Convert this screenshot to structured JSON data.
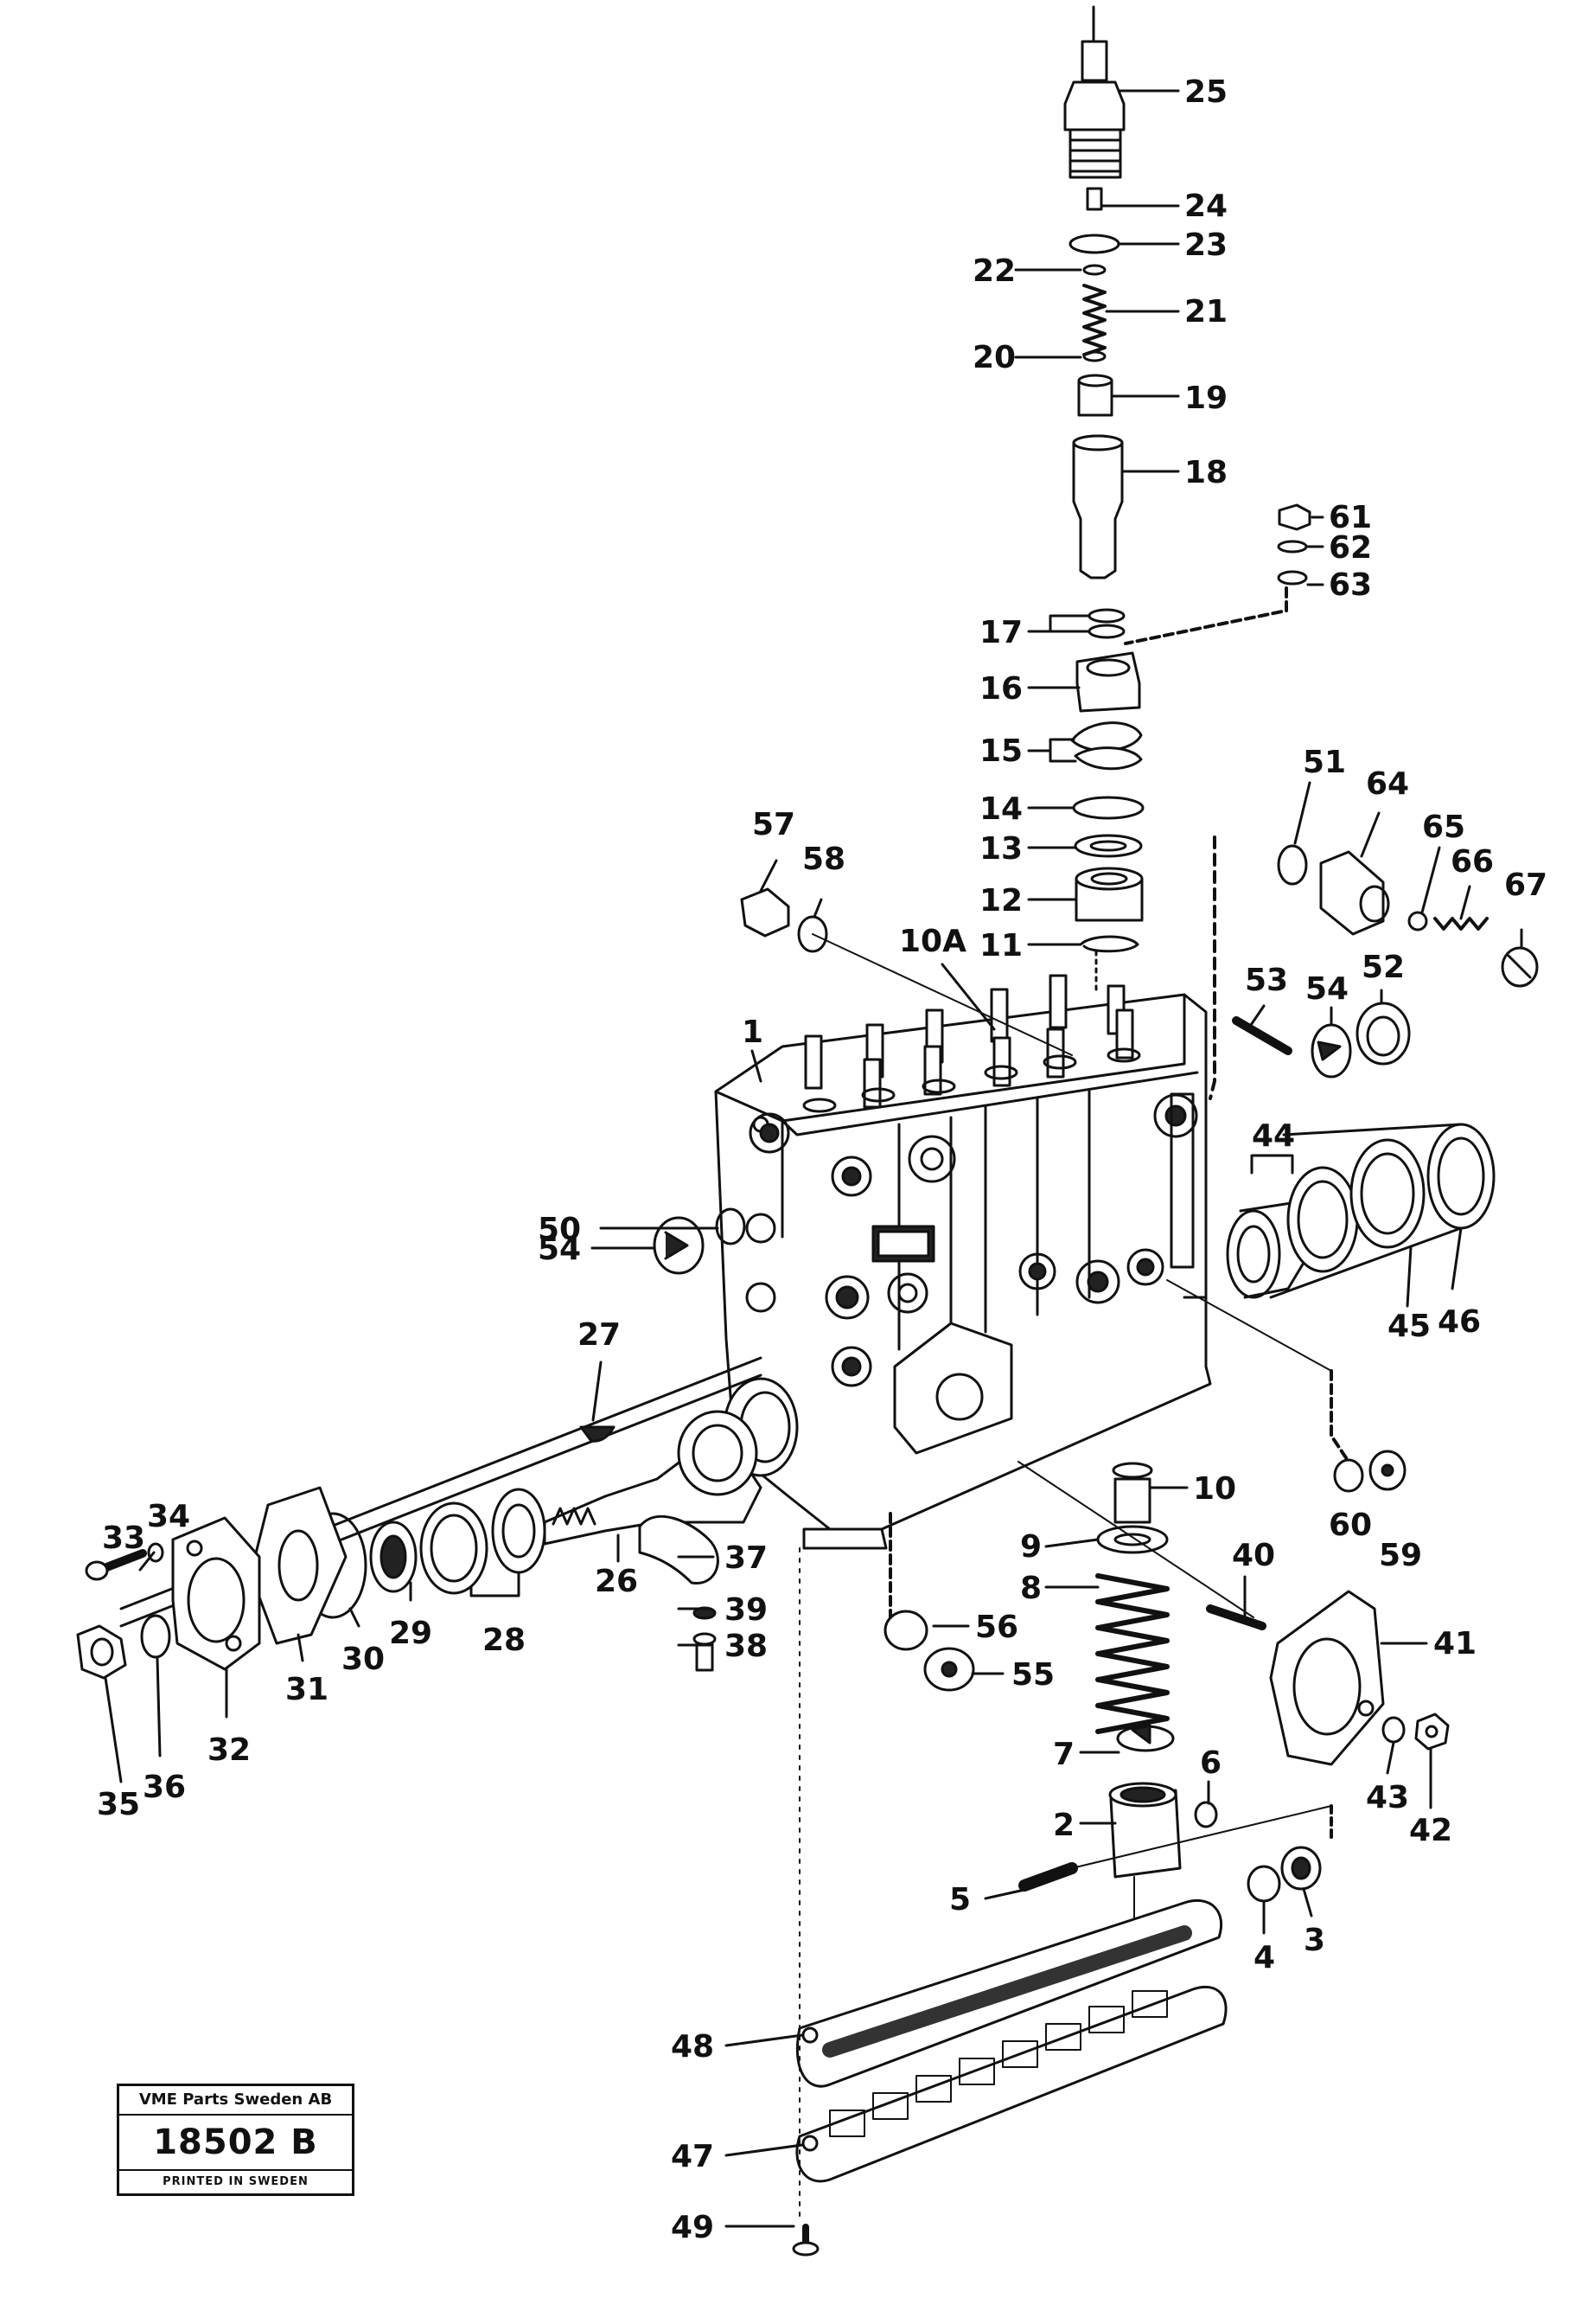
{
  "stamp": {
    "company": "VME Parts Sweden AB",
    "number": "18502 B",
    "printed": "PRINTED IN SWEDEN"
  },
  "callouts": [
    {
      "id": "25",
      "label": "25"
    },
    {
      "id": "24",
      "label": "24"
    },
    {
      "id": "23",
      "label": "23"
    },
    {
      "id": "22",
      "label": "22"
    },
    {
      "id": "21",
      "label": "21"
    },
    {
      "id": "20",
      "label": "20"
    },
    {
      "id": "19",
      "label": "19"
    },
    {
      "id": "18",
      "label": "18"
    },
    {
      "id": "61",
      "label": "61"
    },
    {
      "id": "62",
      "label": "62"
    },
    {
      "id": "63",
      "label": "63"
    },
    {
      "id": "17",
      "label": "17"
    },
    {
      "id": "16",
      "label": "16"
    },
    {
      "id": "15",
      "label": "15"
    },
    {
      "id": "14",
      "label": "14"
    },
    {
      "id": "13",
      "label": "13"
    },
    {
      "id": "12",
      "label": "12"
    },
    {
      "id": "11",
      "label": "11"
    },
    {
      "id": "10A",
      "label": "10A"
    },
    {
      "id": "51",
      "label": "51"
    },
    {
      "id": "64",
      "label": "64"
    },
    {
      "id": "65",
      "label": "65"
    },
    {
      "id": "66",
      "label": "66"
    },
    {
      "id": "67",
      "label": "67"
    },
    {
      "id": "57",
      "label": "57"
    },
    {
      "id": "58",
      "label": "58"
    },
    {
      "id": "53",
      "label": "53"
    },
    {
      "id": "54a",
      "label": "54"
    },
    {
      "id": "52",
      "label": "52"
    },
    {
      "id": "1",
      "label": "1"
    },
    {
      "id": "44",
      "label": "44"
    },
    {
      "id": "50",
      "label": "50"
    },
    {
      "id": "54b",
      "label": "54"
    },
    {
      "id": "45",
      "label": "45"
    },
    {
      "id": "46",
      "label": "46"
    },
    {
      "id": "27",
      "label": "27"
    },
    {
      "id": "10",
      "label": "10"
    },
    {
      "id": "60",
      "label": "60"
    },
    {
      "id": "59",
      "label": "59"
    },
    {
      "id": "9",
      "label": "9"
    },
    {
      "id": "40",
      "label": "40"
    },
    {
      "id": "8",
      "label": "8"
    },
    {
      "id": "41",
      "label": "41"
    },
    {
      "id": "33",
      "label": "33"
    },
    {
      "id": "34",
      "label": "34"
    },
    {
      "id": "26",
      "label": "26"
    },
    {
      "id": "37",
      "label": "37"
    },
    {
      "id": "39",
      "label": "39"
    },
    {
      "id": "28",
      "label": "28"
    },
    {
      "id": "38",
      "label": "38"
    },
    {
      "id": "56",
      "label": "56"
    },
    {
      "id": "55",
      "label": "55"
    },
    {
      "id": "29",
      "label": "29"
    },
    {
      "id": "30",
      "label": "30"
    },
    {
      "id": "31",
      "label": "31"
    },
    {
      "id": "32",
      "label": "32"
    },
    {
      "id": "36",
      "label": "36"
    },
    {
      "id": "35",
      "label": "35"
    },
    {
      "id": "7",
      "label": "7"
    },
    {
      "id": "6",
      "label": "6"
    },
    {
      "id": "43",
      "label": "43"
    },
    {
      "id": "42",
      "label": "42"
    },
    {
      "id": "2",
      "label": "2"
    },
    {
      "id": "5",
      "label": "5"
    },
    {
      "id": "4",
      "label": "4"
    },
    {
      "id": "3",
      "label": "3"
    },
    {
      "id": "48",
      "label": "48"
    },
    {
      "id": "47",
      "label": "47"
    },
    {
      "id": "49",
      "label": "49"
    }
  ]
}
